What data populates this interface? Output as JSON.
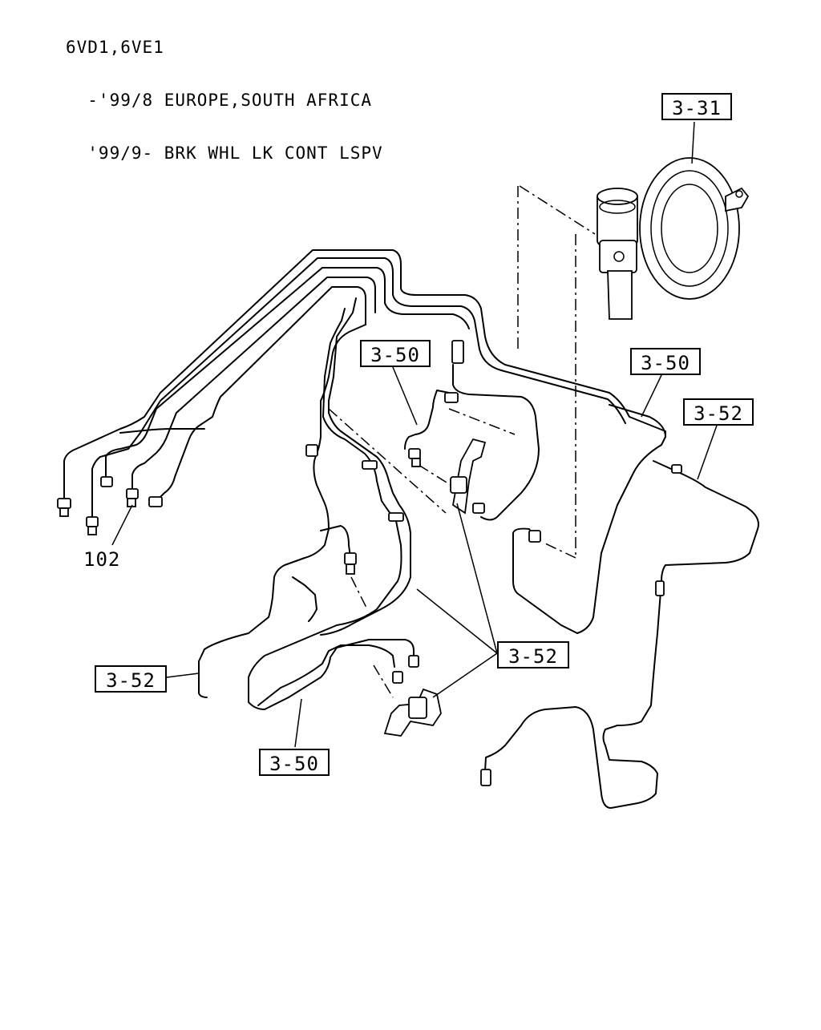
{
  "header": {
    "line1": "6VD1,6VE1",
    "line2": "  -'99/8 EUROPE,SOUTH AFRICA",
    "line3": "  '99/9- BRK WHL LK CONT LSPV"
  },
  "callouts": {
    "c331": "3-31",
    "c350_upper": "3-50",
    "c350_right": "3-50",
    "c352_right": "3-52",
    "c352_mid": "3-52",
    "c352_left": "3-52",
    "c350_lower": "3-50"
  },
  "labels": {
    "part102": "102"
  }
}
